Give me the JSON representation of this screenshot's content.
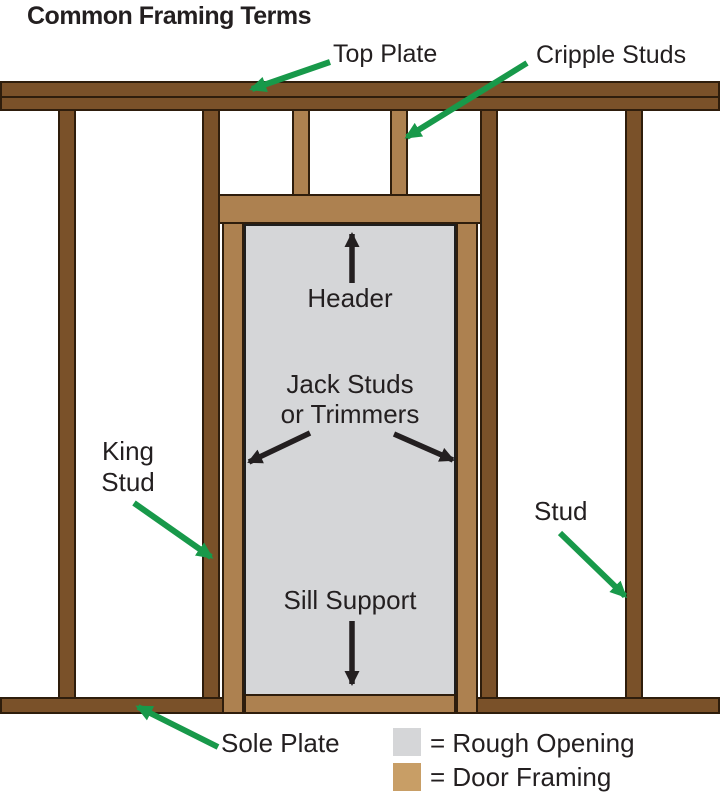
{
  "title": "Common Framing Terms",
  "colors": {
    "dark_wood": "#7a5129",
    "door_framing": "#ad8150",
    "rough_opening": "#d5d6d8",
    "outline": "#2e1d0c",
    "arrow_green": "#18994a",
    "text": "#231f20"
  },
  "labels": {
    "top_plate": "Top Plate",
    "cripple_studs": "Cripple Studs",
    "header": "Header",
    "jack_studs": {
      "line1": "Jack Studs",
      "line2": "or Trimmers"
    },
    "king_stud": {
      "line1": "King",
      "line2": "Stud"
    },
    "stud": "Stud",
    "sill_support": "Sill Support",
    "sole_plate": "Sole Plate"
  },
  "legend": {
    "items": [
      {
        "name": "rough-opening",
        "color": "#d5d6d8",
        "label": "= Rough Opening"
      },
      {
        "name": "door-framing",
        "color": "#c89e66",
        "label": "= Door Framing"
      }
    ]
  }
}
